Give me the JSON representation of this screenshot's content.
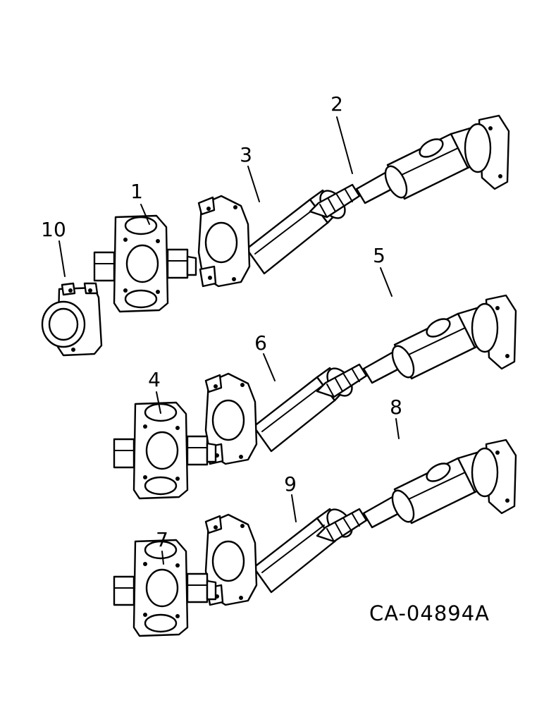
{
  "callouts": [
    "1",
    "2",
    "3",
    "4",
    "5",
    "6",
    "7",
    "8",
    "9",
    "10"
  ],
  "reference_code": "CA-04894A"
}
